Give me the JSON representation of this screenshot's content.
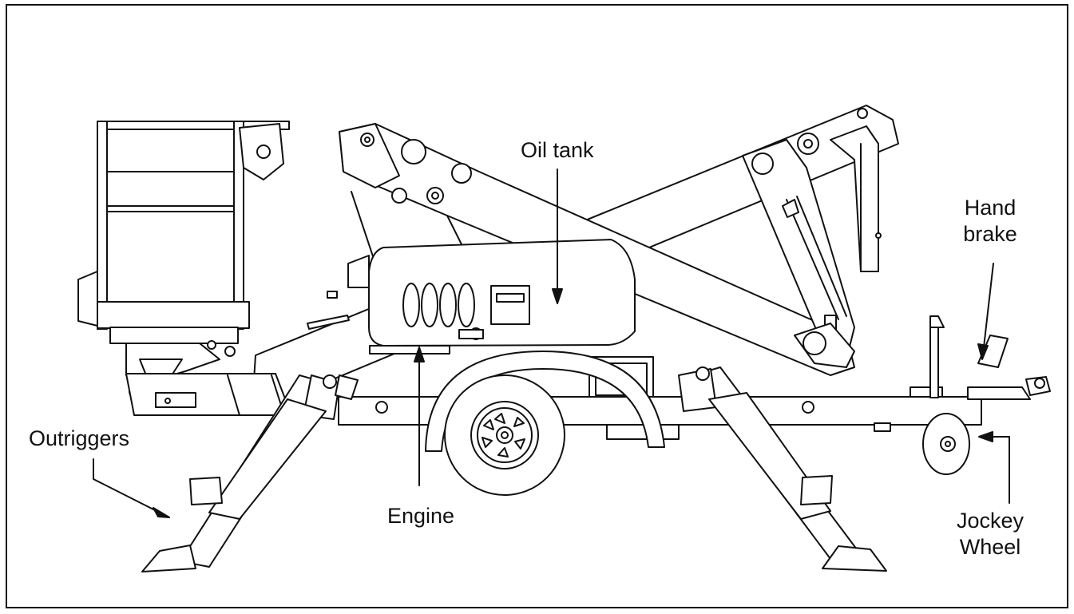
{
  "labels": {
    "oil_tank": "Oil tank",
    "hand_brake_line1": "Hand",
    "hand_brake_line2": "brake",
    "outriggers": "Outriggers",
    "engine": "Engine",
    "jockey_line1": "Jockey",
    "jockey_line2": "Wheel"
  },
  "colors": {
    "line": "#111111",
    "fill": "#ffffff"
  }
}
